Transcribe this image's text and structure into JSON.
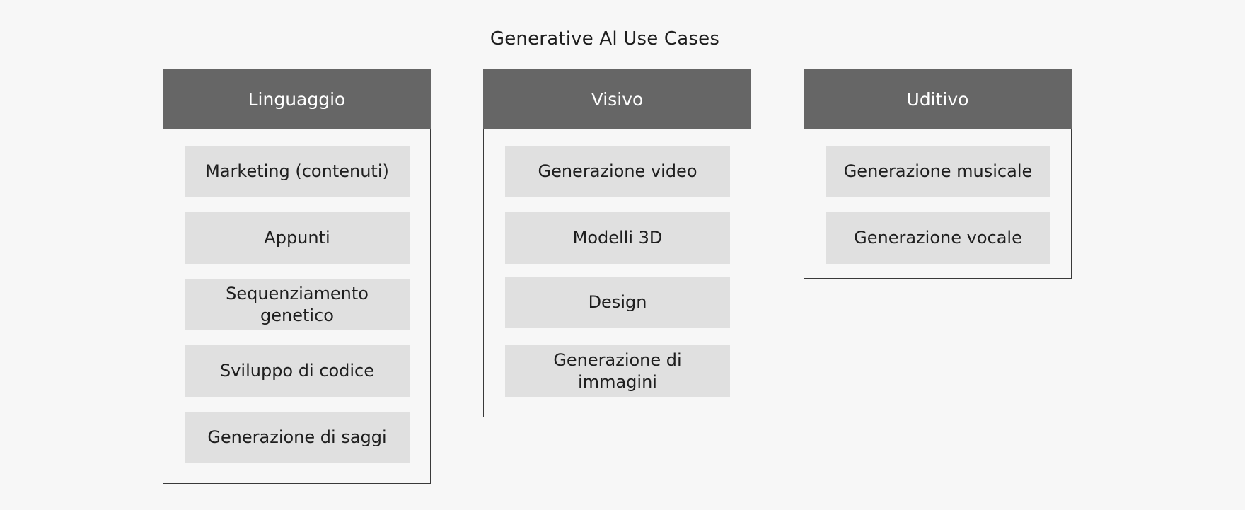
{
  "title": "Generative Al Use Cases",
  "columns": [
    {
      "label": "Linguaggio",
      "items": [
        "Marketing (contenuti)",
        "Appunti",
        "Sequenziamento genetico",
        "Sviluppo di codice",
        "Generazione di saggi"
      ]
    },
    {
      "label": "Visivo",
      "items": [
        "Generazione video",
        "Modelli 3D",
        "Design",
        "Generazione di immagini"
      ]
    },
    {
      "label": "Uditivo",
      "items": [
        "Generazione musicale",
        "Generazione vocale"
      ]
    }
  ],
  "colors": {
    "background": "#f7f7f7",
    "header": "#666666",
    "tile": "#e0e0e0",
    "border": "#3a3a3a",
    "text": "#1e1e1e"
  }
}
